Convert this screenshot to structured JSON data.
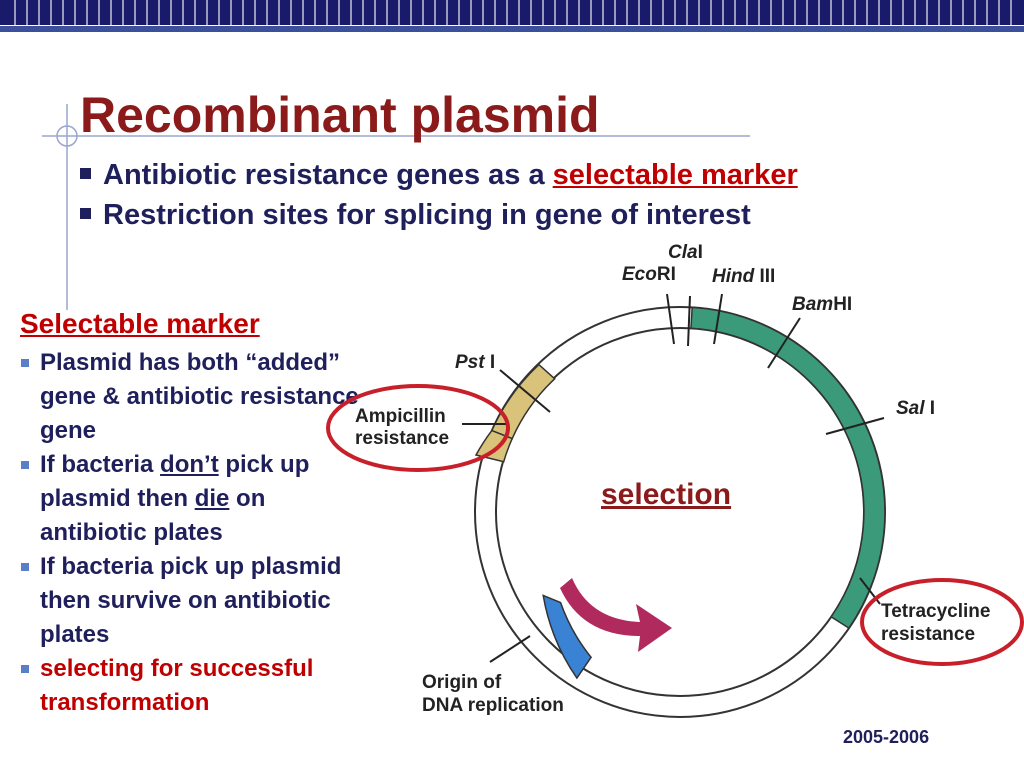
{
  "slide": {
    "title": "Recombinant plasmid",
    "bullets": [
      {
        "text": "Antibiotic resistance genes as a ",
        "highlight": "selectable marker"
      },
      {
        "text": "Restriction sites for splicing in gene of interest"
      }
    ],
    "selectable_marker": {
      "heading": "Selectable marker",
      "items": [
        {
          "parts": [
            "Plasmid has both “added” gene & antibiotic resistance gene"
          ]
        },
        {
          "parts": [
            "If bacteria ",
            "don’t",
            " pick up plasmid then ",
            "die",
            " on antibiotic plates"
          ]
        },
        {
          "parts": [
            "If bacteria pick up plasmid then survive on antibiotic plates"
          ]
        },
        {
          "parts": [
            "selecting for successful transformation"
          ]
        }
      ]
    },
    "selection_label": "selection",
    "years": "2005-2006"
  },
  "diagram": {
    "sites": {
      "cla": {
        "italic": "Cla",
        "rest": "I"
      },
      "eco": {
        "italic": "Eco",
        "rest": "RI"
      },
      "hind": {
        "italic": "Hind",
        "rest": " III"
      },
      "bam": {
        "italic": "Bam",
        "rest": "HI"
      },
      "sal": {
        "italic": "Sal",
        "rest": " I"
      },
      "pst": {
        "italic": "Pst",
        "rest": " I"
      }
    },
    "regions": {
      "amp_line1": "Ampicillin",
      "amp_line2": "resistance",
      "tet_line1": "Tetracycline",
      "tet_line2": "resistance",
      "ori_line1": "Origin of",
      "ori_line2": "DNA replication"
    },
    "colors": {
      "title": "#8b1a1a",
      "text": "#1f1f5c",
      "accent_red": "#c00000",
      "tetracycline_segment": "#3a9a7a",
      "ampicillin_segment": "#d9c27a",
      "origin_segment": "#3a82d4",
      "arrow": "#b02a5e",
      "circle_outline": "#c8202a"
    }
  }
}
